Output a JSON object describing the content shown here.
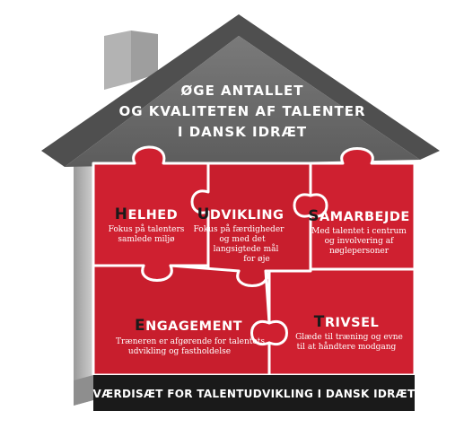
{
  "roof": {
    "lines": [
      "ØGE ANTALLET",
      "OG KVALITETEN AF TALENTER",
      "I DANSK IDRÆT"
    ]
  },
  "pieces": [
    {
      "initial": "H",
      "rest": "ELHED",
      "lines": [
        "Fokus på talenters",
        "samlede miljø"
      ]
    },
    {
      "initial": "U",
      "rest": "DVIKLING",
      "lines": [
        "Fokus på færdigheder",
        "og med det",
        "langsigtede mål",
        "for øje"
      ]
    },
    {
      "initial": "S",
      "rest": "AMARBEJDE",
      "lines": [
        "Med talentet i centrum",
        "og involvering af",
        "nøglepersoner"
      ]
    },
    {
      "initial": "E",
      "rest": "NGAGEMENT",
      "lines": [
        "Træneren er afgørende for talentets",
        "udvikling og fastholdelse"
      ]
    },
    {
      "initial": "T",
      "rest": "RIVSEL",
      "lines": [
        "Glæde til træning og evne",
        "til at håndtere modgang"
      ]
    }
  ],
  "footer": {
    "text": "VÆRDISÆT FOR TALENTUDVIKLING I DANSK IDRÆT"
  },
  "colors": {
    "roof": "#6b6b6b",
    "piece": "#cf2030",
    "piece_dark": "#b81a29",
    "wall_side": "#b9b9b9",
    "footer": "#1a1a1a"
  }
}
